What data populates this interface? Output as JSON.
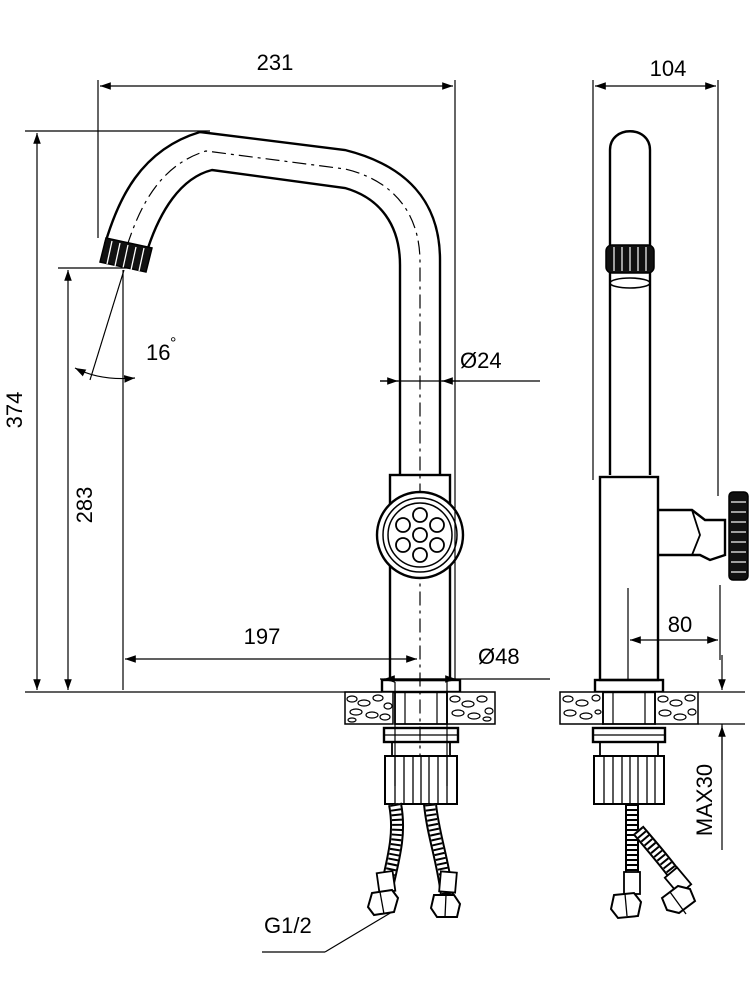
{
  "dimensions": {
    "overall_width": "231",
    "side_width": "104",
    "overall_height": "374",
    "spout_height": "283",
    "spout_angle": "16",
    "degree_symbol": "°",
    "pipe_diameter": "Ø24",
    "spout_reach": "197",
    "base_diameter": "Ø48",
    "handle_depth": "80",
    "max_counter_thickness": "MAX30",
    "thread_size": "G1/2"
  }
}
